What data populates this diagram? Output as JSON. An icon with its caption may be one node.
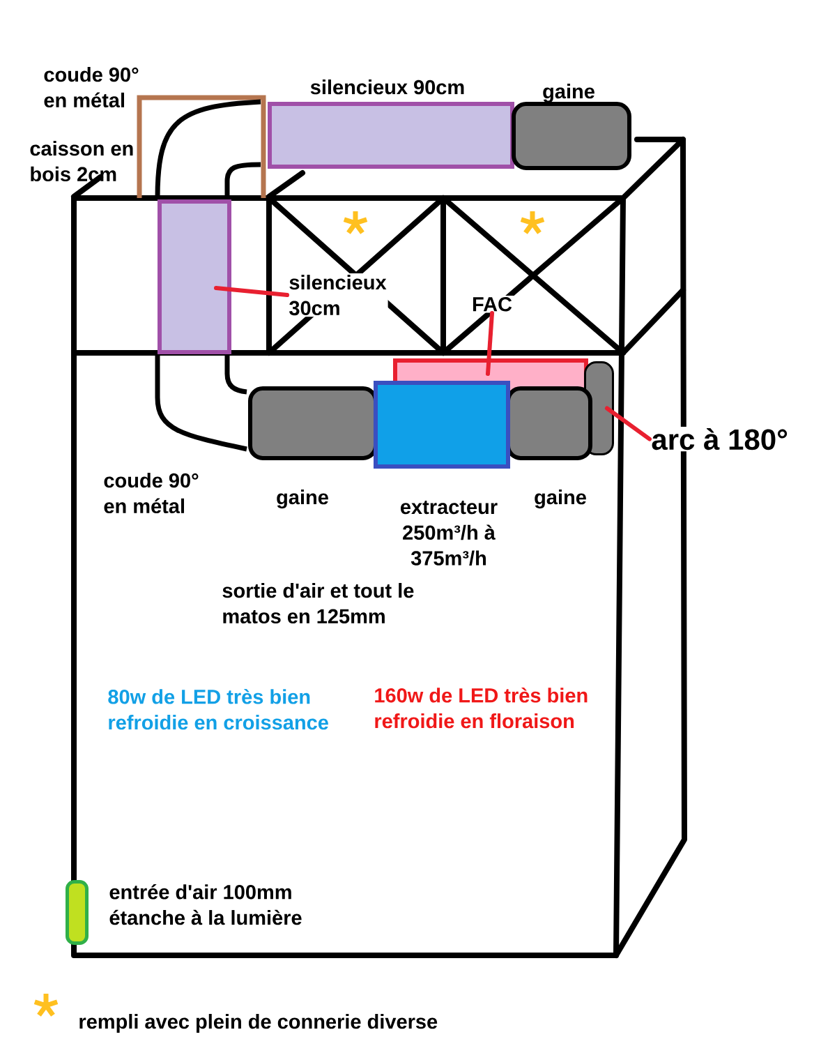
{
  "diagram": {
    "nodes": [
      {
        "text": [
          "coude 90° en métal"
        ]
      },
      {
        "text": [
          "silencieux 90cm"
        ]
      },
      {
        "text": [
          "gaine"
        ]
      },
      {
        "text": [],
        "shape": "box"
      },
      {
        "text": [
          "silencieux 30cm"
        ]
      },
      {
        "text": [
          "FAC"
        ]
      },
      {
        "text": [],
        "shape": "box"
      },
      {
        "text": [],
        "shape": "box"
      },
      {
        "text": [
          "arc à 180°"
        ]
      },
      {
        "text": [
          "coude 90° en métal"
        ]
      },
      {
        "text": [
          "gaine"
        ]
      },
      {
        "text": [
          "extracteur 250m³/h à 375m³/h"
        ]
      },
      {
        "text": [
          "gaine"
        ]
      },
      {
        "text": [
          "entrée d'air 100mm étanche à la lumière"
        ]
      }
    ],
    "edges": [
      {
        "from": 4,
        "to": 3,
        "arrow": "none"
      },
      {
        "from": 5,
        "to": 6,
        "arrow": "none"
      },
      {
        "from": 8,
        "to": 7,
        "arrow": "none"
      }
    ],
    "labels": [
      "caisson en bois 2cm",
      "sortie d'air et tout le matos en 125mm",
      "80w de LED très bien refroidie en croissance",
      "160w de LED très bien refroidie en floraison"
    ],
    "legend": [
      {
        "text": "rempli avec plein de connerie diverse"
      }
    ]
  }
}
